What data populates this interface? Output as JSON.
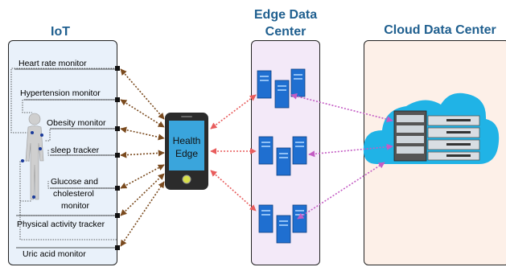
{
  "titles": {
    "iot": "IoT",
    "edge_line1": "Edge Data",
    "edge_line2": "Center",
    "cloud": "Cloud Data Center"
  },
  "iot_devices": [
    "Heart rate monitor",
    "Hypertension monitor",
    "Obesity monitor",
    "sleep tracker",
    "Glucose and",
    "cholesterol",
    "monitor",
    "Physical activity tracker",
    "Uric acid monitor"
  ],
  "phone": {
    "line1": "Health",
    "line2": "Edge"
  },
  "colors": {
    "iot_bg": "#e9f1fa",
    "edge_bg": "#f3e9f8",
    "cloud_bg": "#fdf0e8",
    "cloud_fill": "#20b3e6",
    "phone_screen": "#3aa5dc",
    "server_blue": "#1f6fd0",
    "arrow_brown": "#7a4a1e",
    "arrow_red": "#e85c5c",
    "arrow_magenta": "#c45cc4",
    "title_blue": "#1f5f8f"
  },
  "icons": {
    "human": "human-body-icon",
    "phone": "smartphone-icon",
    "edge_servers": "server-rack-icon",
    "cloud": "cloud-icon",
    "cloud_server": "server-stack-icon"
  }
}
